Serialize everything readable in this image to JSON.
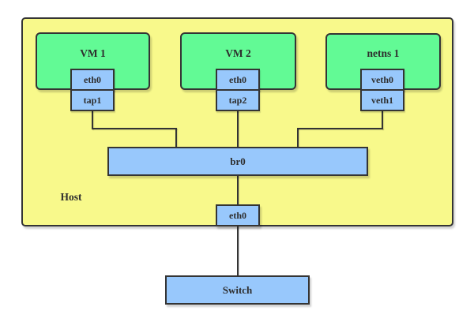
{
  "diagram": {
    "host": {
      "label": "Host"
    },
    "groups": [
      {
        "title": "VM 1",
        "upper_port": "eth0",
        "lower_port": "tap1"
      },
      {
        "title": "VM 2",
        "upper_port": "eth0",
        "lower_port": "tap2"
      },
      {
        "title": "netns 1",
        "upper_port": "veth0",
        "lower_port": "veth1"
      }
    ],
    "bridge": {
      "label": "br0"
    },
    "host_nic": {
      "label": "eth0"
    },
    "switch": {
      "label": "Switch"
    }
  },
  "colors": {
    "host_fill": "#f8f98b",
    "group_fill": "#62fa95",
    "node_fill": "#98c8fc",
    "stroke": "#343434",
    "text": "#2e2e2e"
  }
}
